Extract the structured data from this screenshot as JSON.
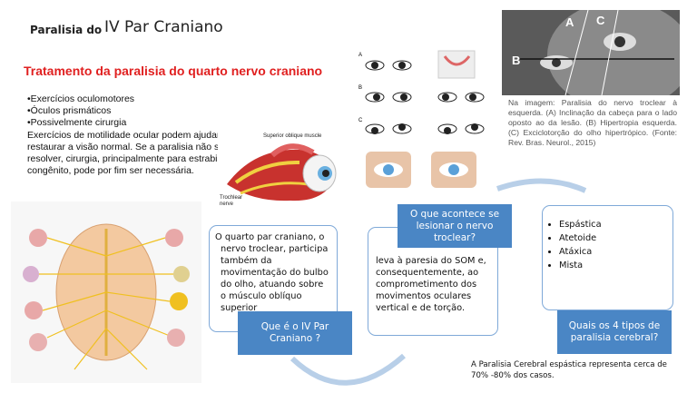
{
  "header": {
    "title_prefix": "Paralisia do",
    "title_main": "IV Par Craniano"
  },
  "treatment": {
    "title": "Tratamento da paralisia do quarto nervo craniano",
    "items": [
      "•Exercícios oculomotores",
      "•Óculos prismáticos",
      "•Possivelmente cirurgia"
    ],
    "paragraph": "Exercícios de motilidade ocular podem ajudar a restaurar a visão normal. Se a paralisia não se resolver, cirurgia, principalmente para estrabismo congênito, pode por fim ser necessária."
  },
  "muscle_diagram": {
    "label_muscle": "Superior oblique muscle",
    "label_nerve_1": "Trochlear",
    "label_nerve_2": "nerve"
  },
  "eye_grid": {
    "row_labels": [
      "A",
      "B",
      "C"
    ]
  },
  "face_photo": {
    "letters": [
      "A",
      "C",
      "B"
    ]
  },
  "caption": "Na imagem: Paralisia do nervo troclear à esquerda. (A) Inclinação da cabeça para o lado oposto ao da lesão. (B) Hipertropia esquerda. (C) Exciclotorção do olho hipertrópico. (Fonte: Rev. Bras. Neurol., 2015)",
  "flow": {
    "box1_text": "O quarto par craniano, o nervo troclear, participa também da movimentação do bulbo do olho, atuando sobre o músculo oblíquo superior",
    "box1_label": "Que é o IV Par Craniano ?",
    "box2_label": "O que acontece se lesionar o nervo troclear?",
    "box2_text": "leva à paresia do SOM e, consequentemente, ao comprometimento dos movimentos oculares vertical e de torção.",
    "box3_items": [
      "Espástica",
      "Atetoide",
      "Atáxica",
      "Mista"
    ],
    "box3_label": "Quais os 4 tipos de paralisia cerebral?"
  },
  "bottom_note": "A Paralisia Cerebral espástica representa cerca de 70% -80% dos casos.",
  "colors": {
    "accent_red": "#e02020",
    "box_blue": "#4a86c5",
    "box_border": "#7fa9d8"
  }
}
